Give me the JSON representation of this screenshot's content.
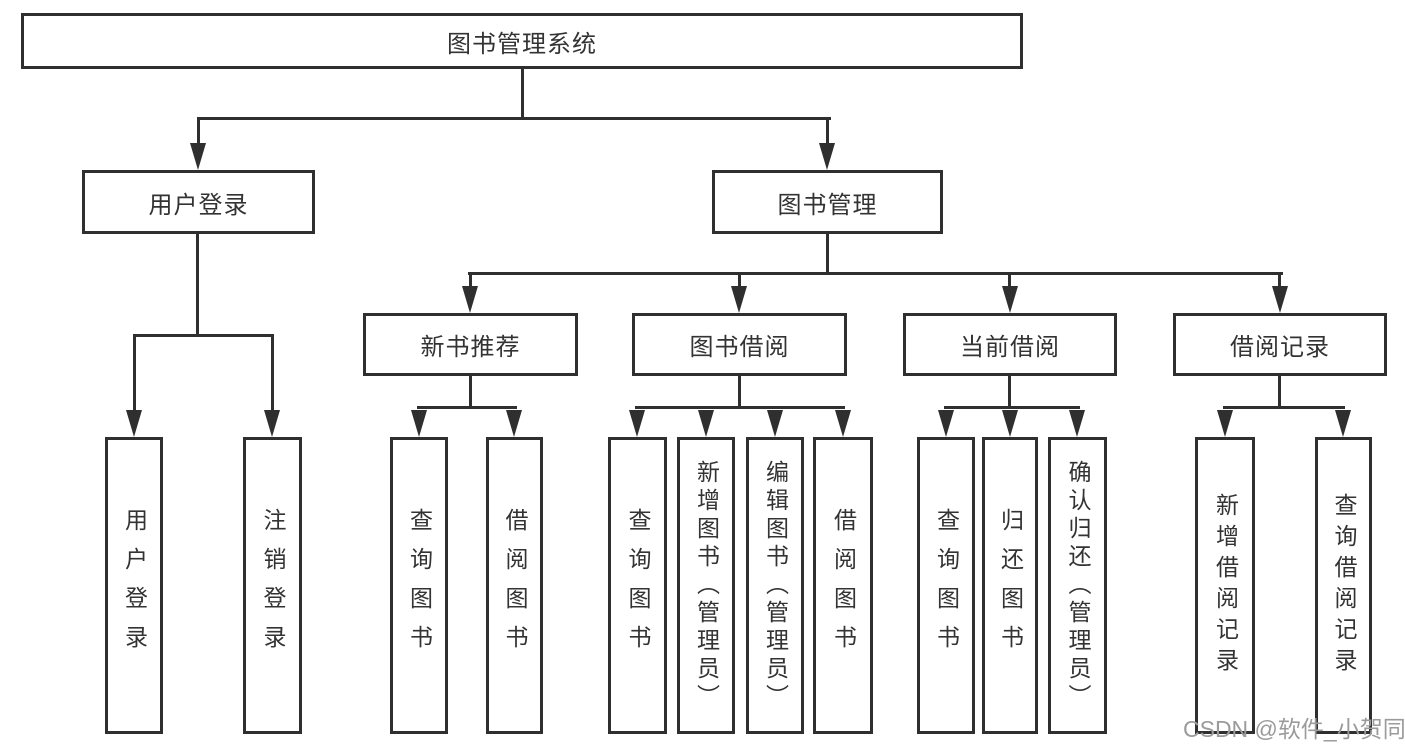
{
  "diagram_title": "图书管理系统",
  "colors": {
    "line": "#2f2f2f",
    "text": "#333333",
    "background": "#ffffff",
    "watermark": "#9b9b9b"
  },
  "tree": {
    "label": "图书管理系统",
    "children": [
      {
        "label": "用户登录",
        "children": [
          {
            "label": "用户登录"
          },
          {
            "label": "注销登录"
          }
        ]
      },
      {
        "label": "图书管理",
        "children": [
          {
            "label": "新书推荐",
            "children": [
              {
                "label": "查询图书"
              },
              {
                "label": "借阅图书"
              }
            ]
          },
          {
            "label": "图书借阅",
            "children": [
              {
                "label": "查询图书"
              },
              {
                "label": "新增图书（管理员）"
              },
              {
                "label": "编辑图书（管理员）"
              },
              {
                "label": "借阅图书"
              }
            ]
          },
          {
            "label": "当前借阅",
            "children": [
              {
                "label": "查询图书"
              },
              {
                "label": "归还图书"
              },
              {
                "label": "确认归还（管理员）"
              }
            ]
          },
          {
            "label": "借阅记录",
            "children": [
              {
                "label": "新增借阅记录"
              },
              {
                "label": "查询借阅记录"
              }
            ]
          }
        ]
      }
    ]
  },
  "watermark": "CSDN @软件_小贺同学"
}
